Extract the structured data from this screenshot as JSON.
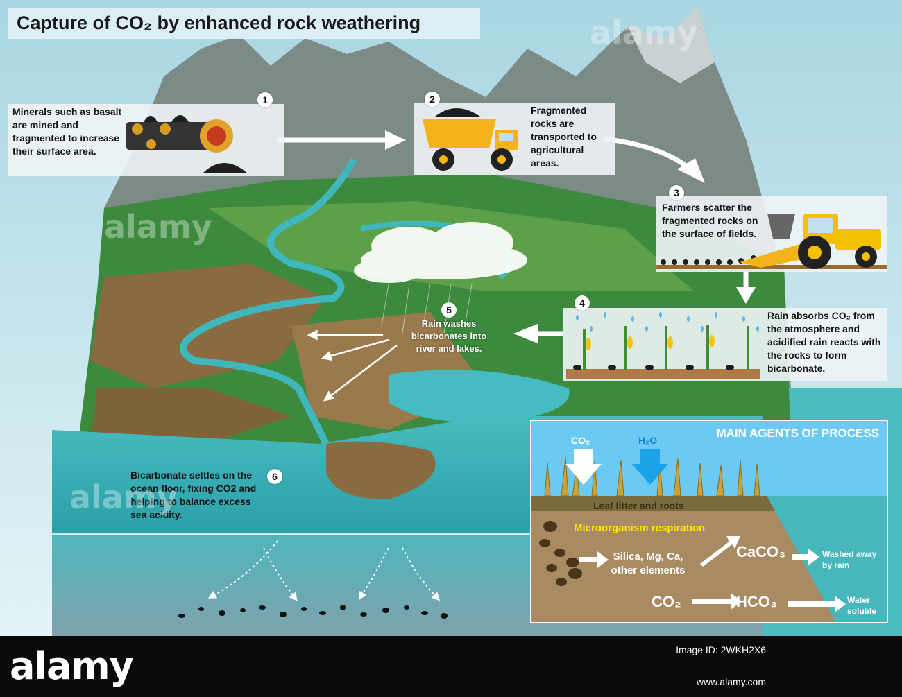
{
  "title": "Capture of CO₂ by enhanced rock weathering",
  "steps": [
    {
      "number": "1",
      "text": "Minerals such as basalt are mined and fragmented to increase their surface area."
    },
    {
      "number": "2",
      "text": "Fragmented rocks are transported to agricultural areas."
    },
    {
      "number": "3",
      "text": "Farmers scatter the fragmented rocks on the surface of fields."
    },
    {
      "number": "4",
      "text": "Rain absorbs CO₂ from the atmosphere and acidified rain reacts with the rocks to form bicarbonate."
    },
    {
      "number": "5",
      "text": "Rain washes bicarbonates into river and lakes."
    },
    {
      "number": "6",
      "text": "Bicarbonate settles on the ocean floor, fixing CO2 and helping to balance excess sea acidity."
    }
  ],
  "agents": {
    "title": "MAIN AGENTS OF PROCESS",
    "co2_top": "CO₂",
    "h2o": "H₂O",
    "leaf_litter": "Leaf litter and roots",
    "microorganism": "Microorganism respiration",
    "elements": "Silica, Mg, Ca, other elements",
    "caco3": "CaCO₃",
    "co2_bottom": "CO₂",
    "hco3": "HCO₃",
    "washed_away": "Washed away by rain",
    "water_soluble": "Water soluble"
  },
  "watermark": {
    "logo": "alamy",
    "image_id": "Image ID: 2WKH2X6",
    "url": "www.alamy.com"
  },
  "colors": {
    "sky": "#cfe9ef",
    "sea": "#3fb7bd",
    "meadow": "#3d8a3e",
    "mud": "#8a6a3f",
    "rock": "#7c8a86",
    "agents_sky": "#6ccaf2",
    "soil": "#a88a63",
    "h2o_arrow": "#1aa3e6",
    "micro_text": "#ffe600"
  }
}
